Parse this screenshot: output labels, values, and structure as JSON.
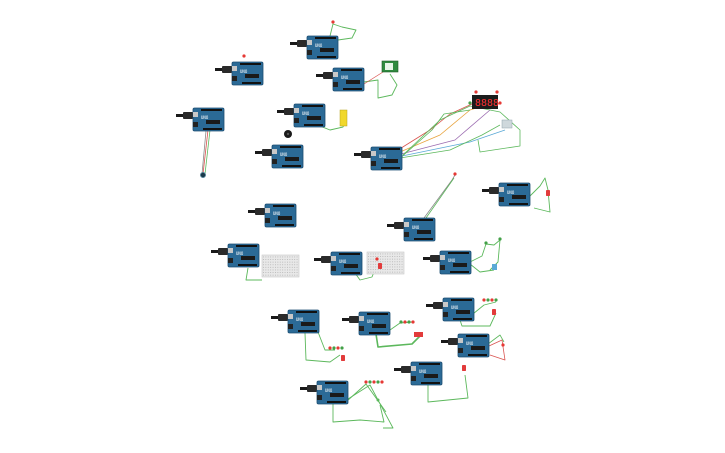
{
  "canvas": {
    "background": "#ffffff",
    "board_color": "#2b6a96",
    "board_dark": "#1d4e72",
    "usb_color": "#1a1a1a",
    "wire_green": "#5cb85c",
    "wire_red": "#d9534f",
    "wire_orange": "#e8a33d",
    "wire_purple": "#9b6bb0",
    "wire_blue": "#5aa9d6",
    "wire_gray": "#8a8a8a",
    "breadboard_color": "#e8e8e8",
    "led_red": "#e53935",
    "led_green": "#43a047",
    "display_color": "#1c1c1c",
    "segment_color": "#ff3030"
  },
  "boards": [
    {
      "id": "uno-1",
      "label": "UNO"
    },
    {
      "id": "uno-2",
      "label": "UNO"
    },
    {
      "id": "uno-3",
      "label": "UNO"
    },
    {
      "id": "uno-4",
      "label": "UNO"
    },
    {
      "id": "uno-5",
      "label": "UNO"
    },
    {
      "id": "uno-6",
      "label": "UNO"
    },
    {
      "id": "uno-7",
      "label": "UNO"
    },
    {
      "id": "uno-8",
      "label": "UNO"
    },
    {
      "id": "uno-9",
      "label": "UNO"
    },
    {
      "id": "uno-10",
      "label": "UNO"
    },
    {
      "id": "uno-11",
      "label": "UNO"
    },
    {
      "id": "uno-12",
      "label": "UNO"
    },
    {
      "id": "uno-13",
      "label": "UNO"
    },
    {
      "id": "uno-14",
      "label": "UNO"
    },
    {
      "id": "uno-15",
      "label": "UNO"
    },
    {
      "id": "uno-16",
      "label": "UNO"
    },
    {
      "id": "uno-17",
      "label": "UNO"
    },
    {
      "id": "uno-18",
      "label": "UNO"
    },
    {
      "id": "uno-19",
      "label": "UNO"
    },
    {
      "id": "uno-20",
      "label": "UNO"
    }
  ],
  "display": {
    "digits": "8888"
  }
}
